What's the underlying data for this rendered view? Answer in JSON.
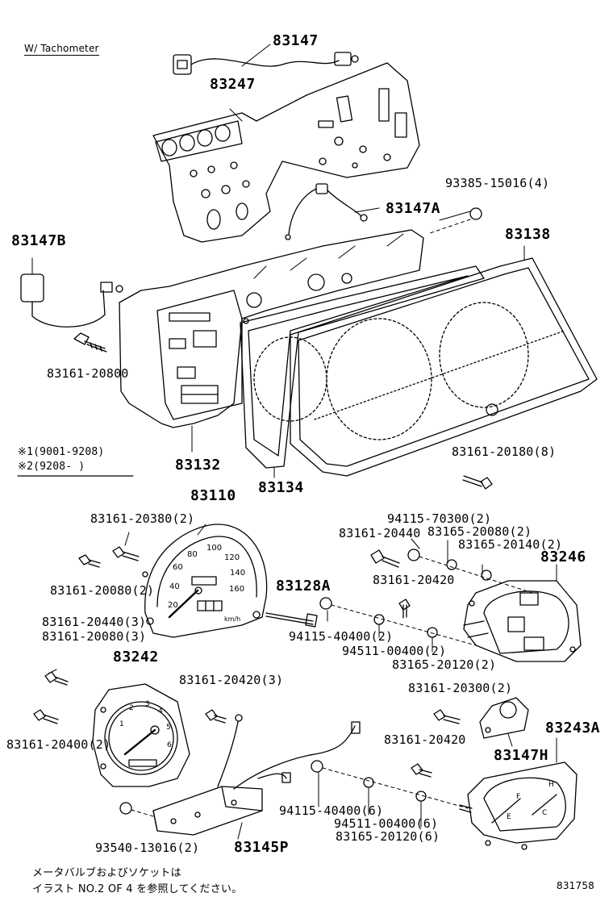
{
  "header": {
    "variant": "W/ Tachometer"
  },
  "labels": {
    "p83147": "83147",
    "p83247": "83247",
    "p93385": "93385-15016(4)",
    "p83147A": "83147A",
    "p83147B": "83147B",
    "p83138": "83138",
    "p83161_20800": "83161-20800",
    "p83132": "83132",
    "p83134": "83134",
    "p83161_20180": "83161-20180(8)",
    "p83110": "83110",
    "p83161_20380": "83161-20380(2)",
    "p83161_20080_2": "83161-20080(2)",
    "p83128A": "83128A",
    "p94115_70300": "94115-70300(2)",
    "p83161_20440a": "83161-20440",
    "p83165_20080": "83165-20080(2)",
    "p83165_20140": "83165-20140(2)",
    "p83246": "83246",
    "p83161_20420a": "83161-20420",
    "p94115_40400_2": "94115-40400(2)",
    "p94511_00400_2": "94511-00400(2)",
    "p83165_20120_2": "83165-20120(2)",
    "p83161_20440_3": "83161-20440(3)",
    "p83161_20080_3": "83161-20080(3)",
    "p83242": "83242",
    "p83161_20420_3": "83161-20420(3)",
    "p83161_20300": "83161-20300(2)",
    "p83243A": "83243A",
    "p83161_20420b": "83161-20420",
    "p83147H": "83147H",
    "p83161_20400": "83161-20400(2)",
    "p94115_40400_6": "94115-40400(6)",
    "p94511_00400_6": "94511-00400(6)",
    "p83165_20120_6": "83165-20120(6)",
    "p93540": "93540-13016(2)",
    "p83145P": "83145P"
  },
  "notes": {
    "note1": "※1(9001-9208)",
    "note2": "※2(9208-     )"
  },
  "footer": {
    "jp_line1": "メータバルブおよびソケットは",
    "jp_line2": "イラスト NO.2 OF 4 を参照してください。",
    "code": "831758"
  },
  "speedometer_scale": [
    "20",
    "40",
    "60",
    "80",
    "100",
    "120",
    "140",
    "160"
  ],
  "speedometer_unit": "km/h",
  "fuel_gauge_marks": [
    "F",
    "E",
    "C",
    "H"
  ]
}
